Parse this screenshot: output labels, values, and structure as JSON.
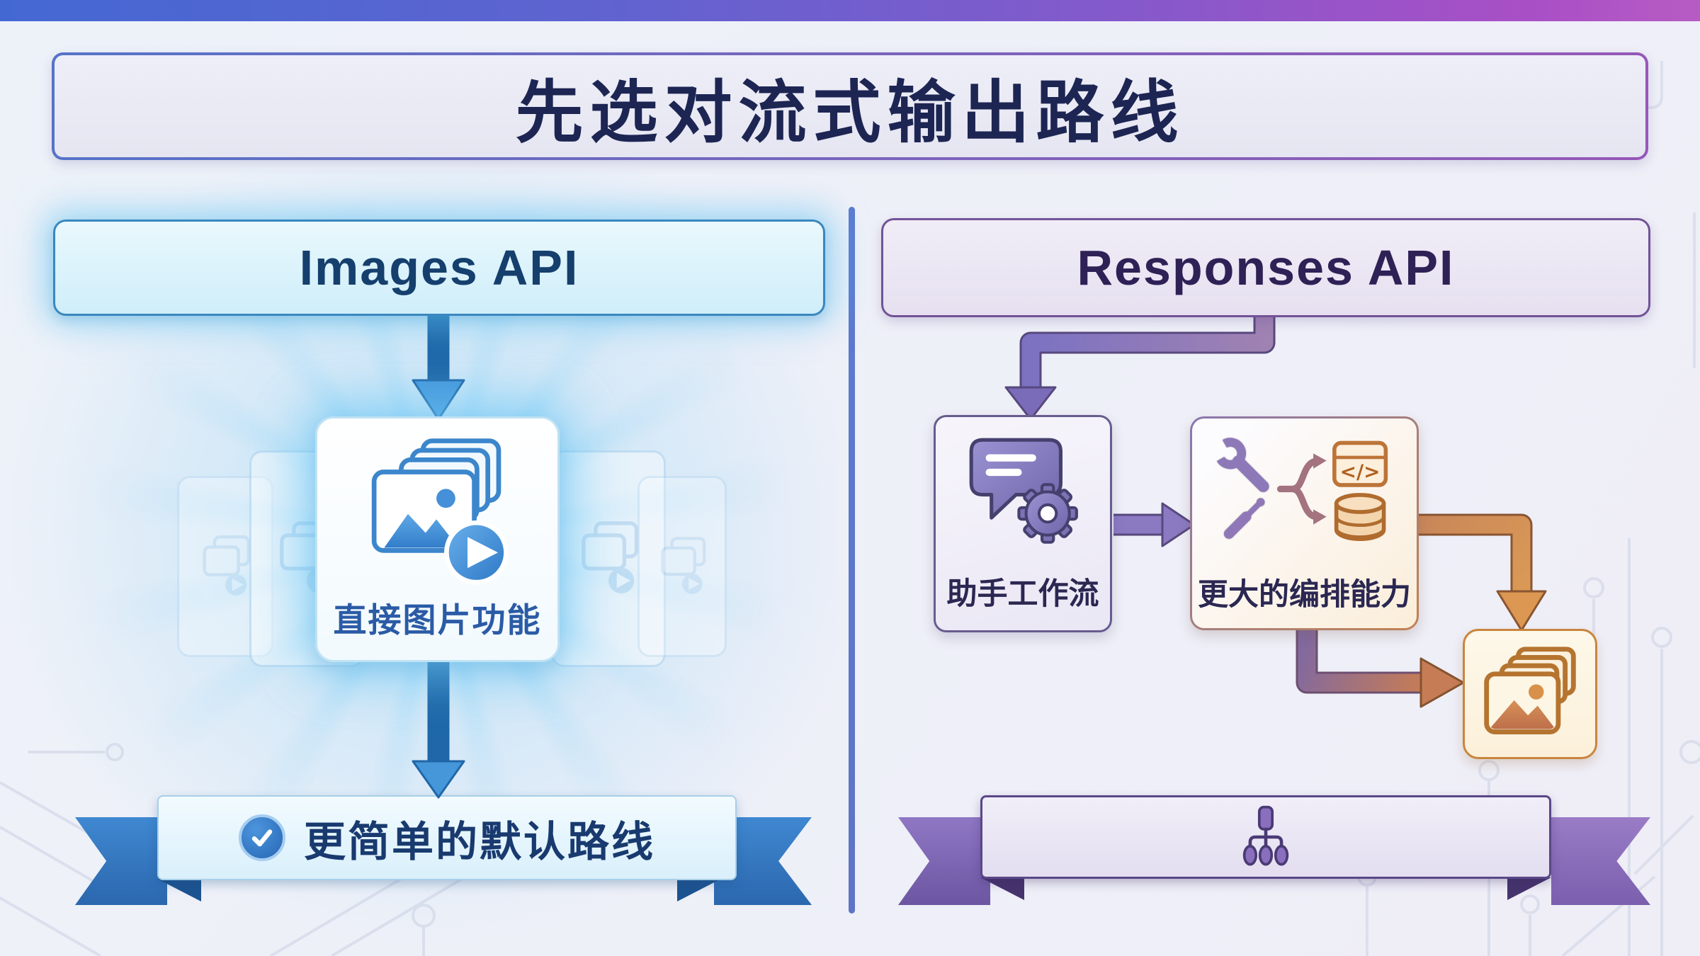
{
  "header": {
    "title": "先选对流式输出路线"
  },
  "left": {
    "api_label": "Images API",
    "card": {
      "label": "直接图片功能",
      "icon": "photo-stack-play-icon"
    },
    "banner": {
      "label": "更简单的默认路线",
      "icon": "check-circle-icon"
    },
    "accent_color": "#2f7ccc"
  },
  "right": {
    "api_label": "Responses API",
    "workflow": {
      "label": "助手工作流",
      "icon": "chat-gear-icon"
    },
    "orchestration": {
      "label": "更大的编排能力",
      "icons": [
        "wrench-icon",
        "screwdriver-icon",
        "fork-arrows-icon",
        "code-window-icon",
        "database-icon"
      ],
      "code_glyph": "</>"
    },
    "image_output": {
      "icon": "photo-stack-icon"
    },
    "banner": {
      "icon": "hierarchy-tree-icon"
    },
    "accent_color": "#7a5fb0",
    "orange_accent": "#d08a4a"
  },
  "colors": {
    "top_bar_left": "#4468d2",
    "top_bar_right": "#b75bc4",
    "title_text": "#1d2553",
    "images_text": "#153f6d",
    "responses_text": "#2e2156",
    "divider": "#5b7bd0",
    "blue_ribbon": "#2b67ae",
    "purple_ribbon": "#6c56a2"
  }
}
